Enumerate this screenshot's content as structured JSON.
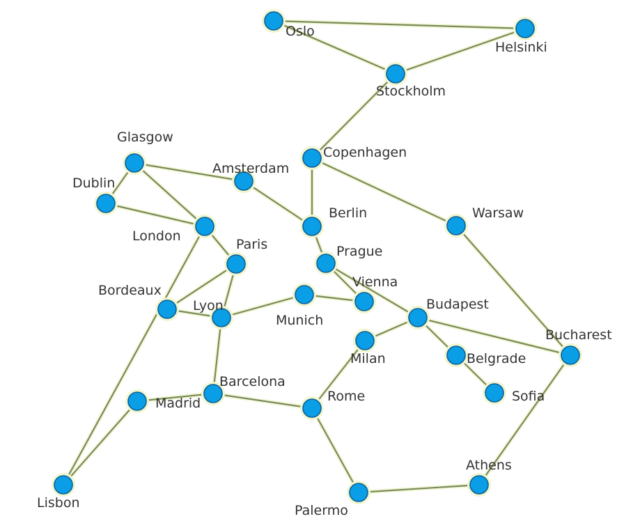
{
  "diagram": {
    "nodes": [
      {
        "id": "oslo",
        "label": "Oslo"
      },
      {
        "id": "helsinki",
        "label": "Helsinki"
      },
      {
        "id": "stockholm",
        "label": "Stockholm"
      },
      {
        "id": "copenhagen",
        "label": "Copenhagen"
      },
      {
        "id": "glasgow",
        "label": "Glasgow"
      },
      {
        "id": "dublin",
        "label": "Dublin"
      },
      {
        "id": "amsterdam",
        "label": "Amsterdam"
      },
      {
        "id": "london",
        "label": "London"
      },
      {
        "id": "berlin",
        "label": "Berlin"
      },
      {
        "id": "warsaw",
        "label": "Warsaw"
      },
      {
        "id": "paris",
        "label": "Paris"
      },
      {
        "id": "prague",
        "label": "Prague"
      },
      {
        "id": "bordeaux",
        "label": "Bordeaux"
      },
      {
        "id": "lyon",
        "label": "Lyon"
      },
      {
        "id": "munich",
        "label": "Munich"
      },
      {
        "id": "vienna",
        "label": "Vienna"
      },
      {
        "id": "budapest",
        "label": "Budapest"
      },
      {
        "id": "bucharest",
        "label": "Bucharest"
      },
      {
        "id": "milan",
        "label": "Milan"
      },
      {
        "id": "belgrade",
        "label": "Belgrade"
      },
      {
        "id": "sofia",
        "label": "Sofia"
      },
      {
        "id": "barcelona",
        "label": "Barcelona"
      },
      {
        "id": "madrid",
        "label": "Madrid"
      },
      {
        "id": "rome",
        "label": "Rome"
      },
      {
        "id": "athens",
        "label": "Athens"
      },
      {
        "id": "lisbon",
        "label": "Lisbon"
      },
      {
        "id": "palermo",
        "label": "Palermo"
      }
    ],
    "edges": [
      [
        "oslo",
        "helsinki"
      ],
      [
        "oslo",
        "stockholm"
      ],
      [
        "helsinki",
        "stockholm"
      ],
      [
        "stockholm",
        "copenhagen"
      ],
      [
        "copenhagen",
        "berlin"
      ],
      [
        "copenhagen",
        "warsaw"
      ],
      [
        "glasgow",
        "amsterdam"
      ],
      [
        "glasgow",
        "dublin"
      ],
      [
        "glasgow",
        "london"
      ],
      [
        "dublin",
        "london"
      ],
      [
        "amsterdam",
        "berlin"
      ],
      [
        "london",
        "paris"
      ],
      [
        "london",
        "lisbon"
      ],
      [
        "berlin",
        "prague"
      ],
      [
        "warsaw",
        "bucharest"
      ],
      [
        "paris",
        "bordeaux"
      ],
      [
        "paris",
        "lyon"
      ],
      [
        "prague",
        "vienna"
      ],
      [
        "prague",
        "budapest"
      ],
      [
        "bordeaux",
        "lyon"
      ],
      [
        "lyon",
        "munich"
      ],
      [
        "lyon",
        "barcelona"
      ],
      [
        "munich",
        "vienna"
      ],
      [
        "budapest",
        "milan"
      ],
      [
        "budapest",
        "belgrade"
      ],
      [
        "budapest",
        "bucharest"
      ],
      [
        "belgrade",
        "sofia"
      ],
      [
        "bucharest",
        "athens"
      ],
      [
        "milan",
        "rome"
      ],
      [
        "barcelona",
        "madrid"
      ],
      [
        "barcelona",
        "rome"
      ],
      [
        "madrid",
        "lisbon"
      ],
      [
        "rome",
        "palermo"
      ],
      [
        "palermo",
        "athens"
      ]
    ]
  }
}
